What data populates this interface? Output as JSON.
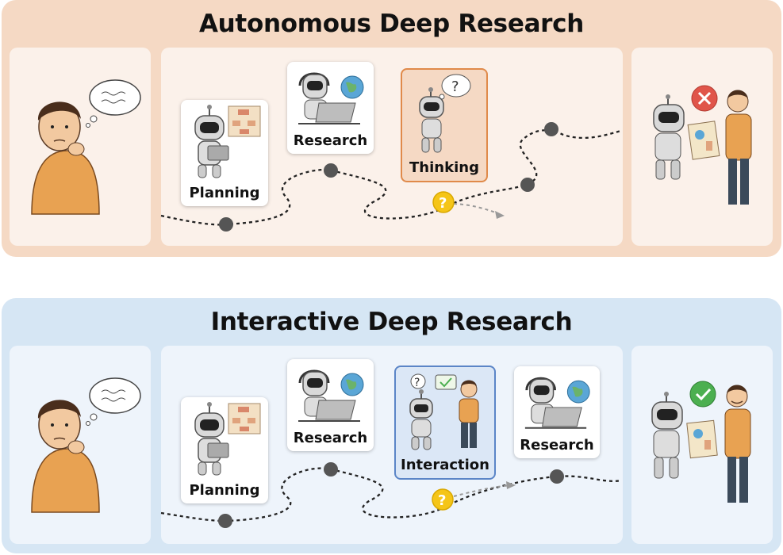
{
  "top": {
    "title": "Autonomous Deep Research",
    "cards": {
      "planning": "Planning",
      "research": "Research",
      "thinking": "Thinking"
    },
    "outcome_icon": "cross-icon"
  },
  "bottom": {
    "title": "Interactive Deep Research",
    "cards": {
      "planning": "Planning",
      "research": "Research",
      "interaction": "Interaction",
      "research2": "Research"
    },
    "outcome_icon": "check-icon"
  },
  "colors": {
    "top_panel": "#f5d9c4",
    "bottom_panel": "#d6e6f4",
    "question_marker": "#f5c518",
    "error": "#e0554a",
    "success": "#4caf50"
  }
}
